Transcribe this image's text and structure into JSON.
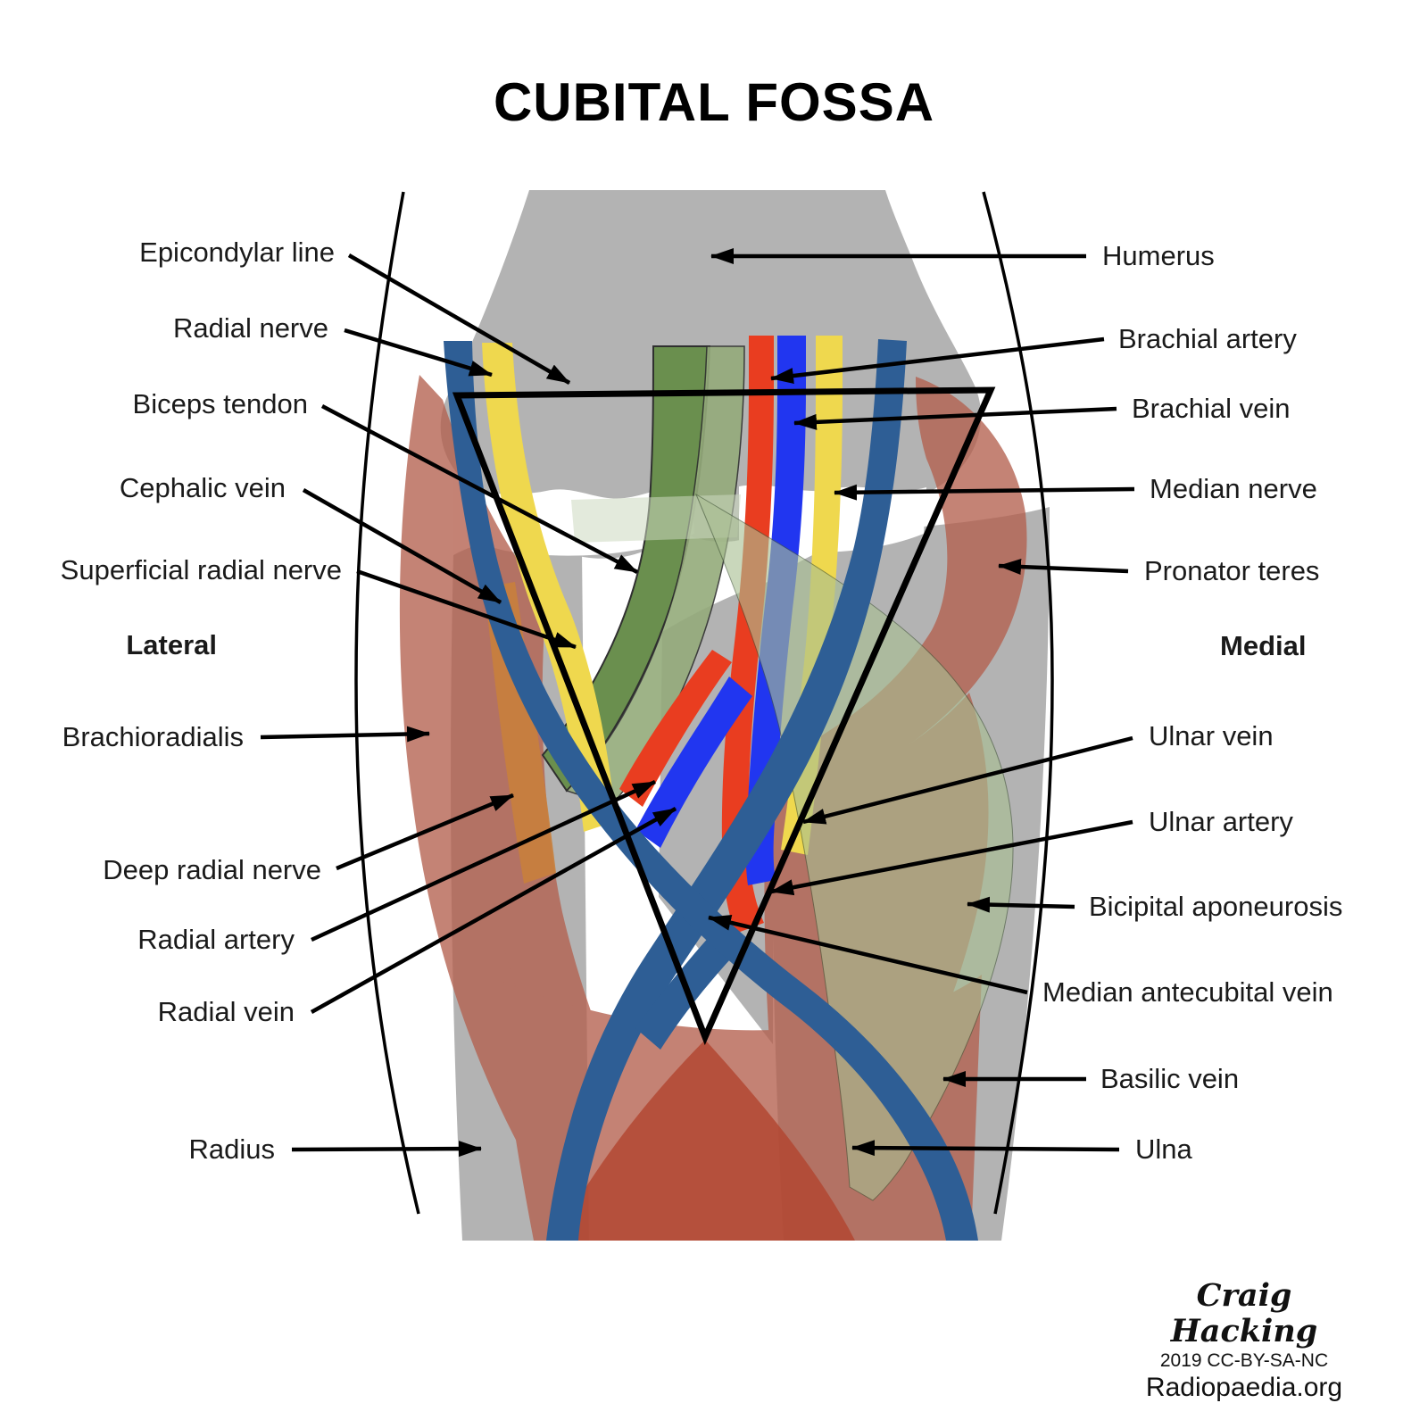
{
  "title": "CUBITAL FOSSA",
  "labels": {
    "left": [
      "Epicondylar line",
      "Radial nerve",
      "Biceps tendon",
      "Cephalic vein",
      "Superficial radial nerve",
      "Brachioradialis",
      "Deep radial nerve",
      "Radial artery",
      "Radial vein",
      "Radius"
    ],
    "right": [
      "Humerus",
      "Brachial artery",
      "Brachial vein",
      "Median nerve",
      "Pronator teres",
      "Ulnar vein",
      "Ulnar artery",
      "Bicipital aponeurosis",
      "Median antecubital vein",
      "Basilic vein",
      "Ulna"
    ],
    "lateral": "Lateral",
    "medial": "Medial"
  },
  "credits": {
    "author": "Craig Hacking",
    "year_license": "2019 CC-BY-SA-NC",
    "site": "Radiopaedia.org"
  },
  "colors": {
    "bone": "#b3b3b3",
    "joint_space": "#ffffff",
    "muscle": "#b4604e",
    "muscle_deep": "#b2462f",
    "vein": "#2e5e95",
    "vein_bright": "#2136f0",
    "artery": "#e93d20",
    "nerve": "#efd84e",
    "deep_nerve": "#c8803c",
    "tendon": "#6a8f4e",
    "tendon_light": "#94ab7b",
    "aponeurosis": "#a9bf92",
    "line": "#000000"
  }
}
